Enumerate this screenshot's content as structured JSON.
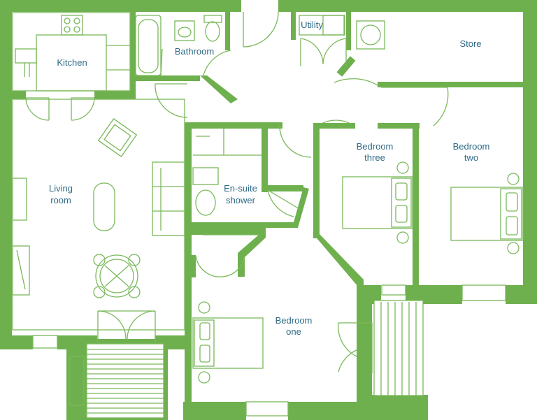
{
  "colors": {
    "wall": "#6fb04e",
    "line": "#7ab85a",
    "label": "#2e6a86",
    "background": "#ffffff"
  },
  "rooms": {
    "kitchen": {
      "label": "Kitchen"
    },
    "bathroom": {
      "label": "Bathroom"
    },
    "utility": {
      "label": "Utility"
    },
    "store": {
      "label": "Store"
    },
    "living_room": {
      "line1": "Living",
      "line2": "room"
    },
    "ensuite": {
      "line1": "En-suite",
      "line2": "shower"
    },
    "bedroom_three": {
      "line1": "Bedroom",
      "line2": "three"
    },
    "bedroom_two": {
      "line1": "Bedroom",
      "line2": "two"
    },
    "bedroom_one": {
      "line1": "Bedroom",
      "line2": "one"
    }
  }
}
